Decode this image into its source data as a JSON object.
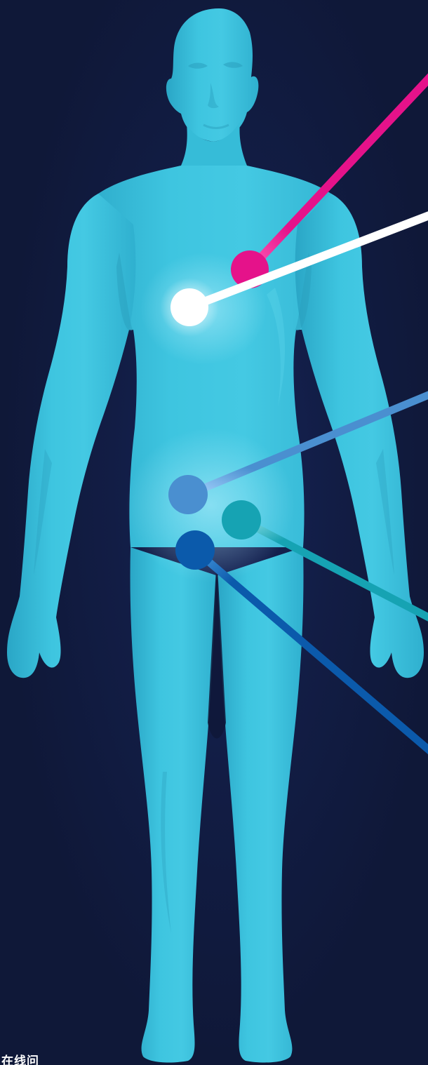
{
  "illustration": {
    "subject": "human-body",
    "body_color": "#3ec5e0",
    "background_color": "#0f1838",
    "callouts": [
      {
        "name": "callout-magenta",
        "color": "#e5128a"
      },
      {
        "name": "callout-white",
        "color": "#ffffff"
      },
      {
        "name": "callout-light-blue",
        "color": "#4a8fd0"
      },
      {
        "name": "callout-teal",
        "color": "#16a3b3"
      },
      {
        "name": "callout-dark-blue",
        "color": "#0b5aab"
      }
    ]
  },
  "corner_text": "在线问"
}
